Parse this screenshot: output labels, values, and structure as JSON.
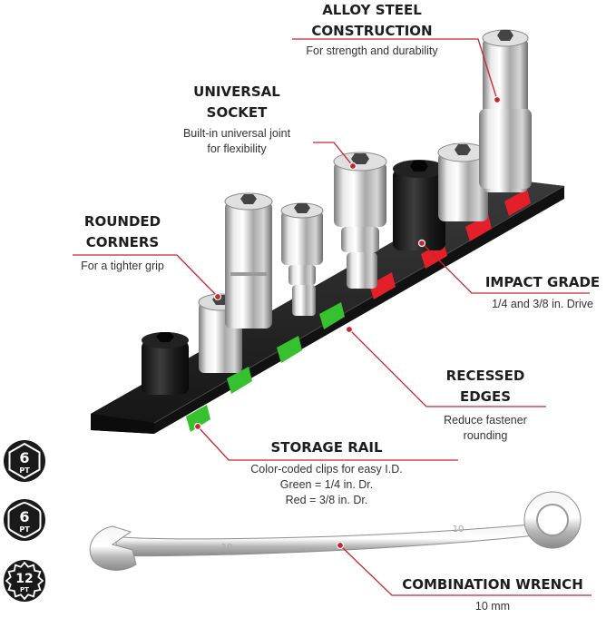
{
  "callouts": {
    "alloy": {
      "title_lines": [
        "ALLOY STEEL",
        "CONSTRUCTION"
      ],
      "desc_lines": [
        "For strength and durability"
      ]
    },
    "universal": {
      "title_lines": [
        "UNIVERSAL",
        "SOCKET"
      ],
      "desc_lines": [
        "Built-in universal joint",
        "for flexibility"
      ]
    },
    "rounded": {
      "title_lines": [
        "ROUNDED",
        "CORNERS"
      ],
      "desc_lines": [
        "For a tighter grip"
      ]
    },
    "impact": {
      "title_lines": [
        "IMPACT GRADE"
      ],
      "desc_lines": [
        "1/4 and 3/8 in. Drive"
      ]
    },
    "recessed": {
      "title_lines": [
        "RECESSED",
        "EDGES"
      ],
      "desc_lines": [
        "Reduce fastener",
        "rounding"
      ]
    },
    "rail": {
      "title_lines": [
        "STORAGE RAIL"
      ],
      "desc_lines": [
        "Color-coded clips for easy I.D.",
        "Green = 1/4 in. Dr.",
        "Red = 3/8 in. Dr."
      ]
    },
    "wrench": {
      "title_lines": [
        "COMBINATION WRENCH"
      ],
      "desc_lines": [
        "10 mm"
      ]
    }
  },
  "badges": [
    {
      "top": "6",
      "bottom": "PT",
      "shape": "hexagon"
    },
    {
      "top": "6",
      "bottom": "PT",
      "shape": "hexagon-rounded"
    },
    {
      "top": "12",
      "bottom": "PT",
      "shape": "star-12"
    }
  ],
  "wrench_markings": [
    "10",
    "10"
  ],
  "colors": {
    "accent_red": "#c8262c",
    "clip_red": "#e3202a",
    "clip_green": "#35c22e",
    "rail_black": "#1c1c1c",
    "badge_black": "#1a1a1a"
  }
}
